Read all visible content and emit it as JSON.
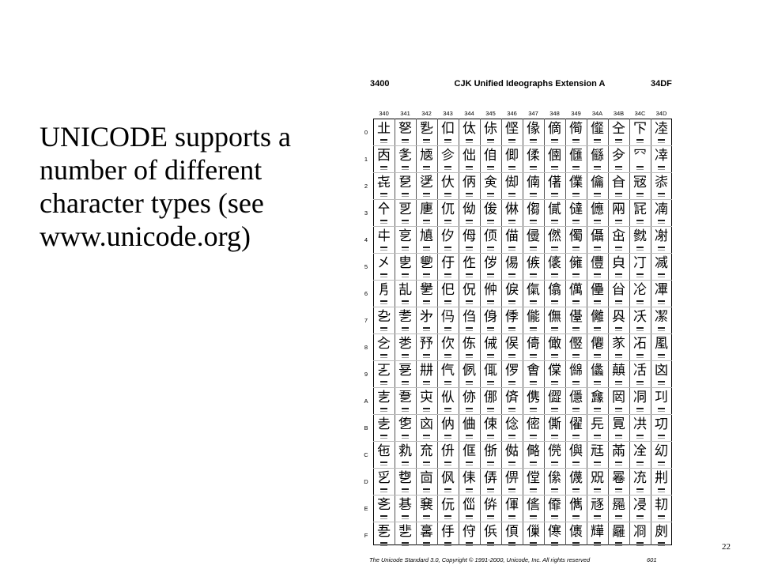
{
  "slide": {
    "text_lines": [
      "UNICODE supports a",
      "number of different",
      "character types (see",
      "www.unicode.org)"
    ],
    "page_number": "22"
  },
  "chart": {
    "range_start": "3400",
    "title": "CJK Unified Ideographs Extension A",
    "range_end": "34DF",
    "columns": [
      "340",
      "341",
      "342",
      "343",
      "344",
      "345",
      "346",
      "347",
      "348",
      "349",
      "34A",
      "34B",
      "34C",
      "34D"
    ],
    "rows": [
      "0",
      "1",
      "2",
      "3",
      "4",
      "5",
      "6",
      "7",
      "8",
      "9",
      "A",
      "B",
      "C",
      "D",
      "E",
      "F"
    ],
    "footer_left": "The Unicode Standard 3.0, Copyright © 1991-2000, Unicode, Inc. All rights reserved",
    "footer_right": "601"
  }
}
